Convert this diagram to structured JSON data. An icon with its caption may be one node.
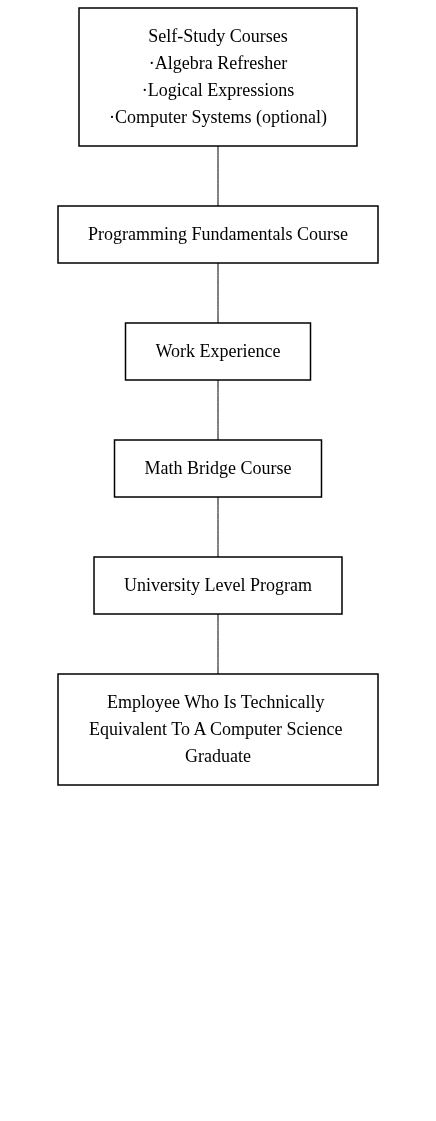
{
  "diagram": {
    "nodes": [
      {
        "text": [
          "Self-Study Courses",
          "·Algebra Refresher",
          "·Logical Expressions",
          "·Computer Systems (optional)"
        ]
      },
      {
        "text": [
          "Programming Fundamentals Course"
        ]
      },
      {
        "text": [
          "Work Experience"
        ]
      },
      {
        "text": [
          "Math Bridge Course"
        ]
      },
      {
        "text": [
          "University Level Program"
        ]
      },
      {
        "text": [
          "Employee Who Is Technically Equivalent To A Computer Science Graduate"
        ]
      }
    ],
    "edges": [
      {
        "from": 0,
        "to": 1,
        "arrow": "none"
      },
      {
        "from": 1,
        "to": 2,
        "arrow": "none"
      },
      {
        "from": 2,
        "to": 3,
        "arrow": "none"
      },
      {
        "from": 3,
        "to": 4,
        "arrow": "none"
      },
      {
        "from": 4,
        "to": 5,
        "arrow": "none"
      }
    ]
  }
}
